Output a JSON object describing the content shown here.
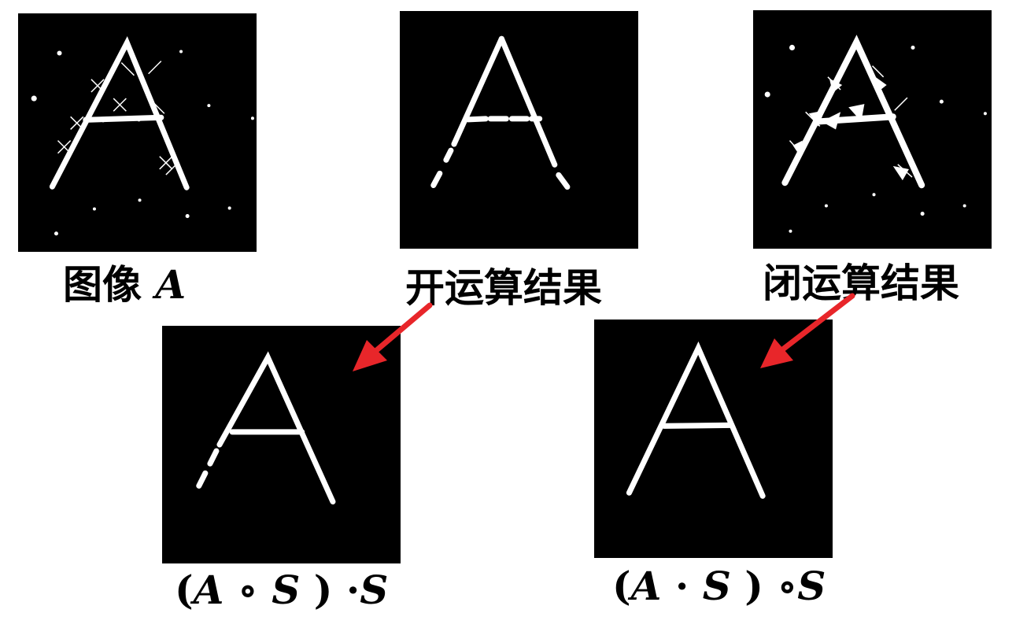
{
  "captions": {
    "image_a": {
      "text": "图像",
      "var": "A"
    },
    "opening_result": "开运算结果",
    "closing_result": "闭运算结果",
    "open_then_close": {
      "open_paren": "(",
      "a": "A",
      "op1": "∘",
      "s1": "S",
      "close_paren": ")",
      "op2": "·",
      "s2": "S"
    },
    "close_then_open": {
      "open_paren": "(",
      "a": "A",
      "op1": "·",
      "s1": "S",
      "close_paren": ")",
      "op2": "∘",
      "s2": "S"
    }
  },
  "colors": {
    "background": "#000000",
    "foreground": "#ffffff",
    "arrow": "#e8262a"
  }
}
